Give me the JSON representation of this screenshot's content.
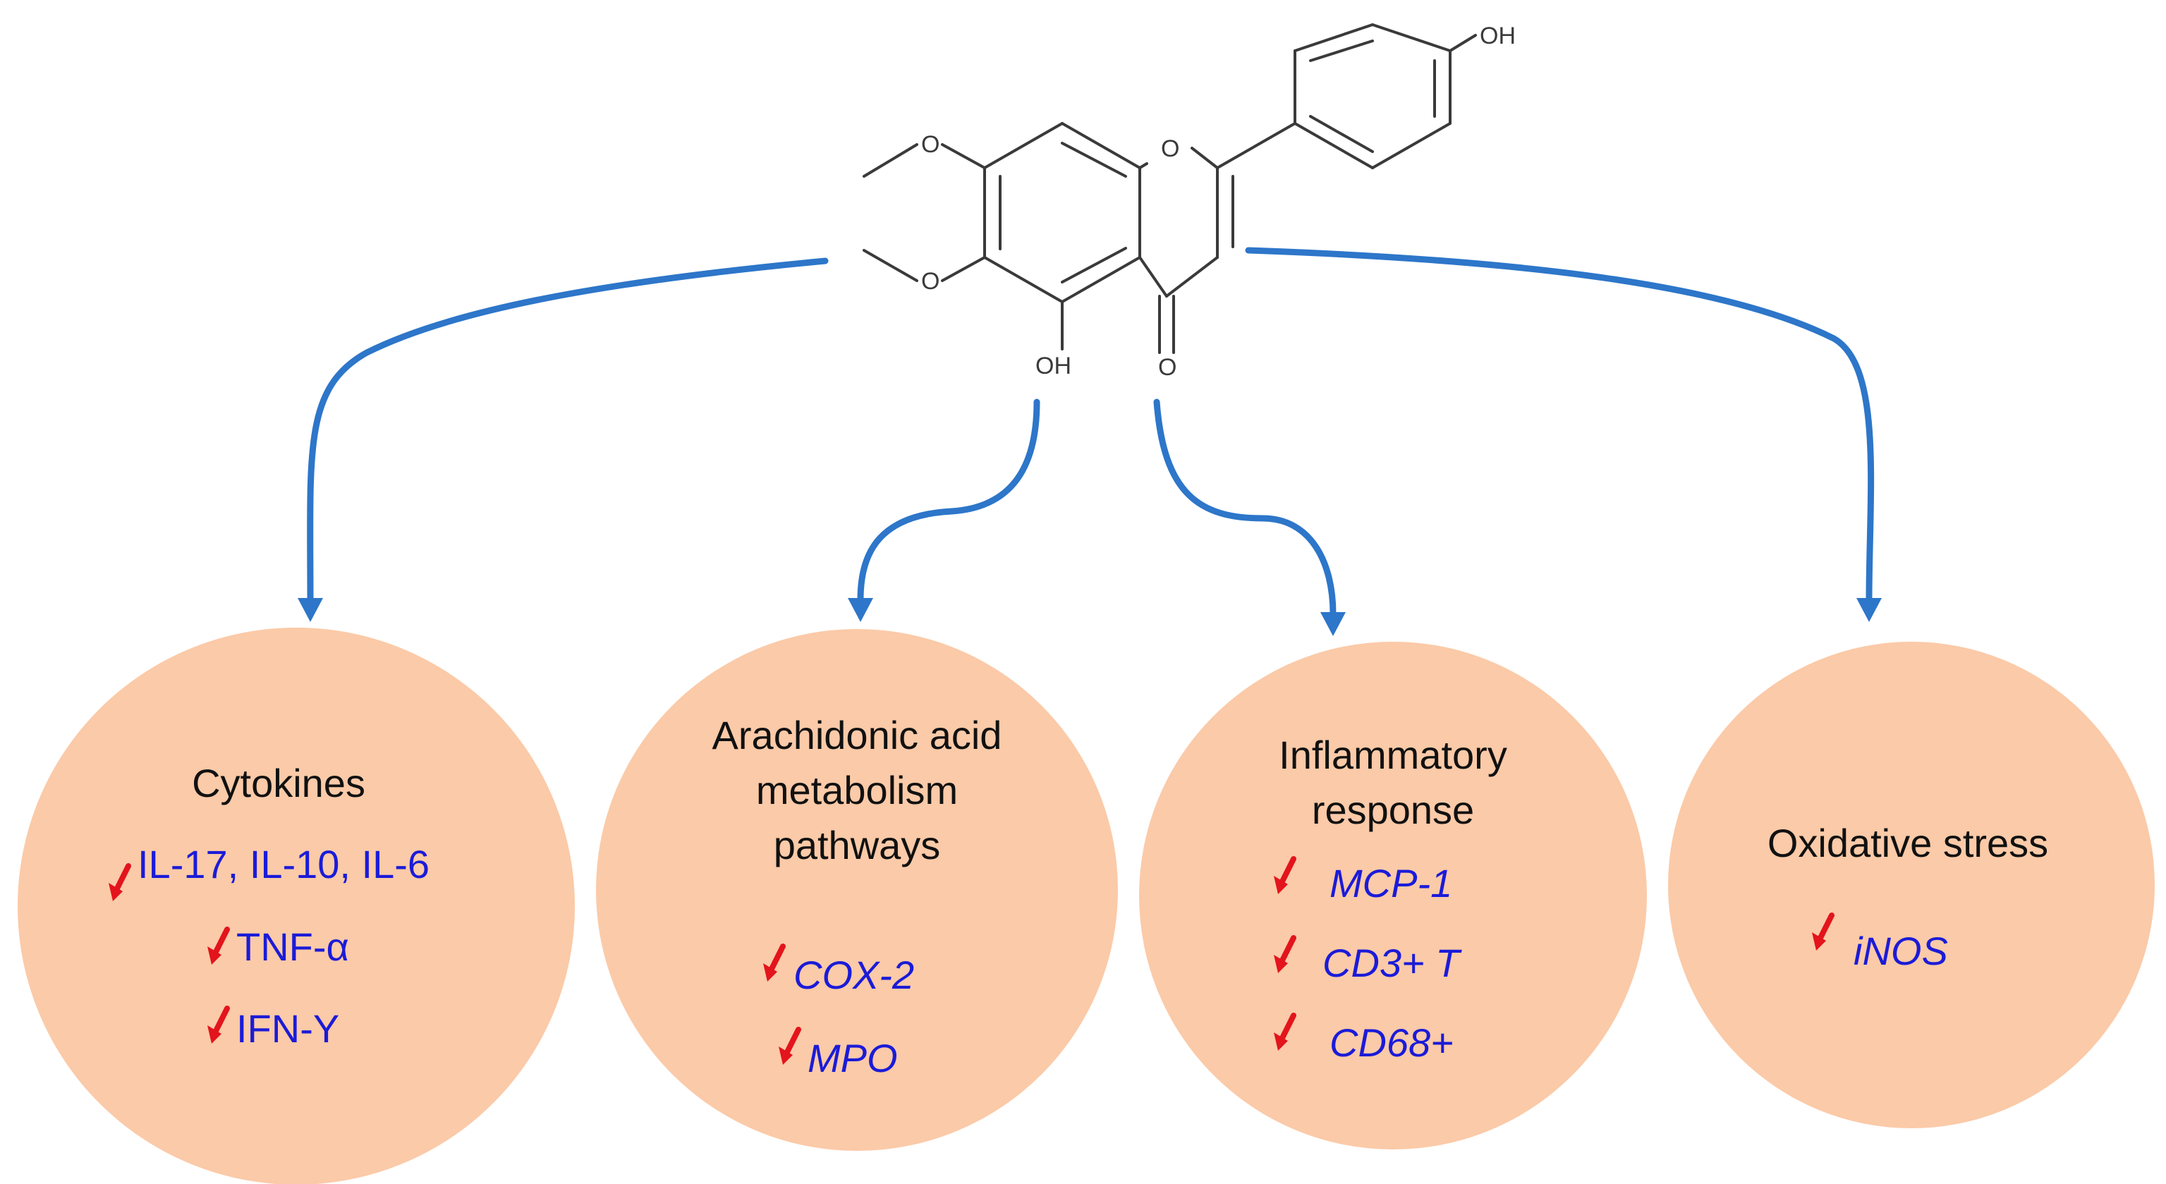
{
  "molecule": {
    "atom_labels": {
      "oh_top": "OH",
      "oh_bottom": "OH",
      "ring_o": "O",
      "carbonyl_o": "O"
    }
  },
  "colors": {
    "arrow": "#2d76c9",
    "circle_fill": "#fbcaa8",
    "item_text": "#1b1bd8",
    "down_arrow": "#e3141c"
  },
  "effects": [
    {
      "title_lines": [
        "Cytokines"
      ],
      "items": [
        {
          "text": "IL-17, IL-10, IL-6",
          "italic": false
        },
        {
          "text": "TNF-α",
          "italic": false
        },
        {
          "text": "IFN-Υ",
          "italic": false
        }
      ]
    },
    {
      "title_lines": [
        "Arachidonic acid",
        "metabolism",
        "pathways"
      ],
      "items": [
        {
          "text": "COX-2",
          "italic": true
        },
        {
          "text": "MPO",
          "italic": true
        }
      ]
    },
    {
      "title_lines": [
        "Inflammatory",
        "response"
      ],
      "items": [
        {
          "text": "MCP-1",
          "italic": true
        },
        {
          "text": "CD3+ T",
          "italic": true
        },
        {
          "text": "CD68+",
          "italic": true
        }
      ]
    },
    {
      "title_lines": [
        "Oxidative stress"
      ],
      "items": [
        {
          "text": "iNOS",
          "italic": true
        }
      ]
    }
  ]
}
